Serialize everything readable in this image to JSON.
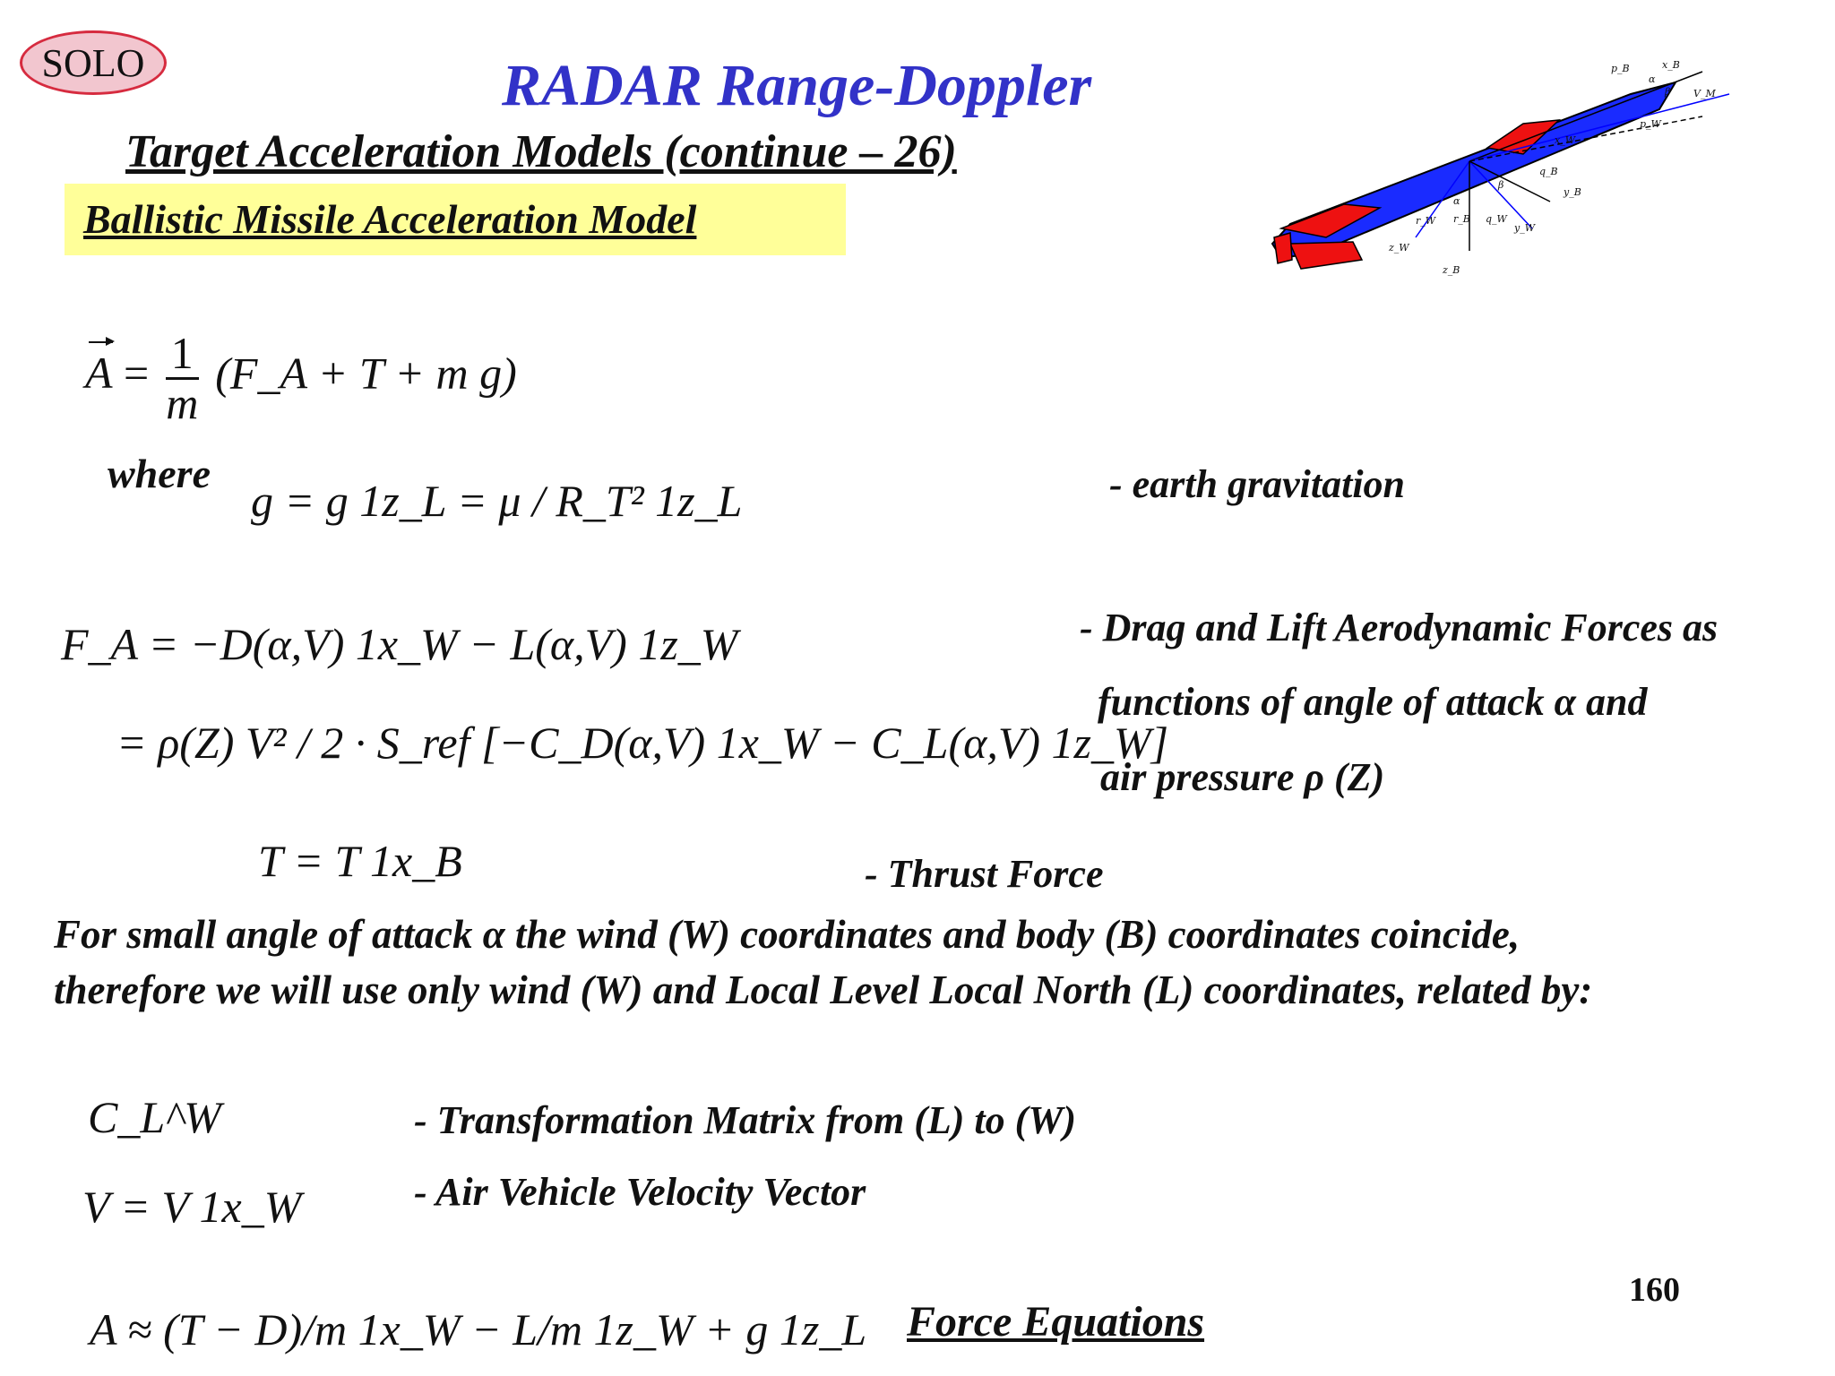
{
  "badge": "SOLO",
  "title": "RADAR Range-Doppler",
  "subtitle": "Target Acceleration Models (continue – 26)",
  "section": "Ballistic Missile Acceleration Model",
  "equations": {
    "accel_lhs": "A",
    "accel_num": "1",
    "accel_den": "m",
    "accel_rhs": "(F_A + T + m g)",
    "where": "where",
    "gravity": "g = g 1z_L = μ / R_T² 1z_L",
    "aero_line1": "F_A = −D(α,V) 1x_W − L(α,V) 1z_W",
    "aero_line2": "= ρ(Z) V² / 2 · S_ref [−C_D(α,V) 1x_W − C_L(α,V) 1z_W]",
    "thrust": "T = T 1x_B",
    "transform": "C_L^W",
    "velocity": "V = V 1x_W",
    "force": "A ≈ (T − D)/m 1x_W − L/m 1z_W + g 1z_L"
  },
  "descriptions": {
    "gravity": "- earth gravitation",
    "aero_1": "- Drag and Lift Aerodynamic Forces as",
    "aero_2": "functions of angle of attack α and",
    "aero_3": "air pressure ρ (Z)",
    "thrust": "- Thrust Force",
    "transform": "- Transformation Matrix from (L) to (W)",
    "velocity": "- Air Vehicle Velocity Vector"
  },
  "paragraph": "For small angle of attack α the wind (W) coordinates and body (B) coordinates coincide, therefore we will use only wind (W) and Local Level Local North (L) coordinates, related by:",
  "force_label": "Force Equations",
  "page_number": "160",
  "figure_labels": [
    "p_B",
    "x_B",
    "α",
    "β",
    "V_M",
    "p_W",
    "x_W",
    "q_B",
    "y_B",
    "β",
    "α",
    "r_W",
    "r_B",
    "q_W",
    "y_W",
    "z_W",
    "z_B"
  ],
  "colors": {
    "title": "#3232c8",
    "badge_fill": "#f2c6cf",
    "badge_border": "#d62b3f",
    "highlight": "#ffff99",
    "missile_body": "#1a2bff",
    "missile_fins": "#ee1111"
  }
}
